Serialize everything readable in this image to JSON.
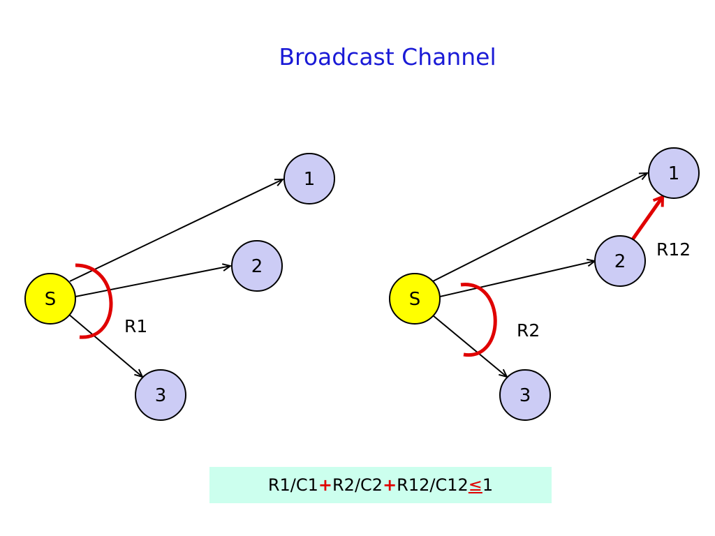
{
  "title": "Broadcast Channel",
  "left": {
    "source": "S",
    "receivers": [
      "1",
      "2",
      "3"
    ],
    "rate": "R1"
  },
  "right": {
    "source": "S",
    "receivers": [
      "1",
      "2",
      "3"
    ],
    "rate": "R2",
    "relay_rate": "R12"
  },
  "formula": {
    "term1": "R1/C1",
    "plus1": "+",
    "term2": "R2/C2",
    "plus2": "+",
    "term3": "R12/C12",
    "relation": "≤",
    "bound": "1"
  },
  "colors": {
    "source_fill": "#ffff00",
    "receiver_fill": "#ccccf5",
    "highlight": "#e00000",
    "title": "#1a1ad6",
    "formula_bg": "#ccffee"
  }
}
